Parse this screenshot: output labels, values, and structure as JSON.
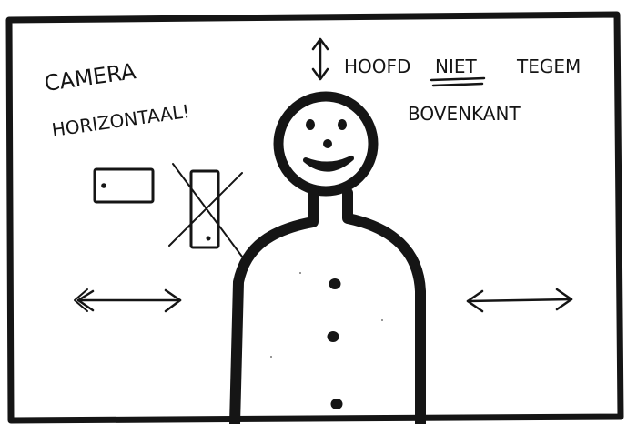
{
  "notes": {
    "camera_line1": "CAMERA",
    "camera_line2": "HORIZONTAAL!",
    "head_part1": "HOOFD",
    "head_emph": "NIET",
    "head_part2": "TEGEM",
    "head_line2": "BOVENKANT"
  },
  "icons": {
    "camera_ok": "phone-landscape-icon",
    "camera_bad": "phone-portrait-crossed-icon",
    "vertical_arrow": "vertical-double-arrow-icon",
    "left_arrow": "horizontal-double-arrow-icon",
    "right_arrow": "horizontal-double-arrow-icon"
  },
  "colors": {
    "ink": "#151515",
    "paper": "#ffffff"
  }
}
